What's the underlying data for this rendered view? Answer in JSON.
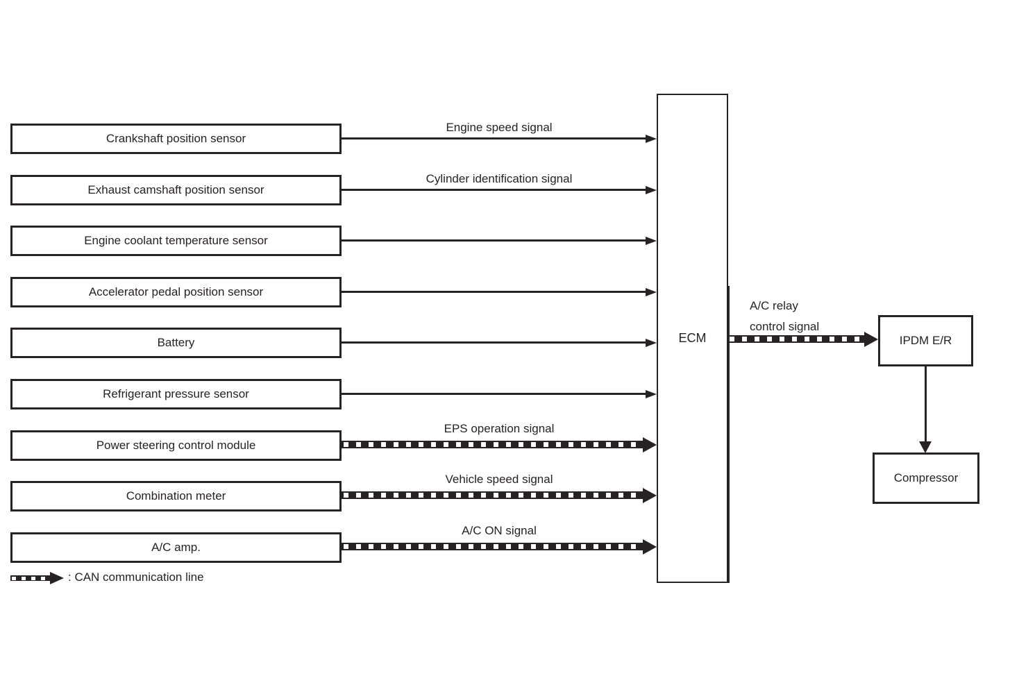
{
  "diagram": {
    "title_hint": "A/C compressor control signal flow",
    "colors": {
      "ink": "#272223",
      "background": "#ffffff"
    },
    "source_boxes": [
      {
        "label": "Crankshaft position sensor",
        "signal": "Engine speed signal",
        "line_type": "plain"
      },
      {
        "label": "Exhaust camshaft position sensor",
        "signal": "Cylinder identification signal",
        "line_type": "plain"
      },
      {
        "label": "Engine coolant temperature sensor",
        "signal": "",
        "line_type": "plain"
      },
      {
        "label": "Accelerator pedal position sensor",
        "signal": "",
        "line_type": "plain"
      },
      {
        "label": "Battery",
        "signal": "",
        "line_type": "plain"
      },
      {
        "label": "Refrigerant pressure sensor",
        "signal": "",
        "line_type": "plain"
      },
      {
        "label": "Power steering control module",
        "signal": "EPS operation signal",
        "line_type": "can"
      },
      {
        "label": "Combination meter",
        "signal": "Vehicle speed signal",
        "line_type": "can"
      },
      {
        "label": "A/C amp.",
        "signal": "A/C ON signal",
        "line_type": "can"
      }
    ],
    "ecm": {
      "label": "ECM"
    },
    "relay": {
      "line1": "A/C relay",
      "line2": "control signal",
      "line_type": "can"
    },
    "ipdm": {
      "label": "IPDM E/R"
    },
    "compressor": {
      "label": "Compressor"
    },
    "legend": {
      "text": ": CAN communication line",
      "symbol": "can-striped-arrow"
    }
  }
}
